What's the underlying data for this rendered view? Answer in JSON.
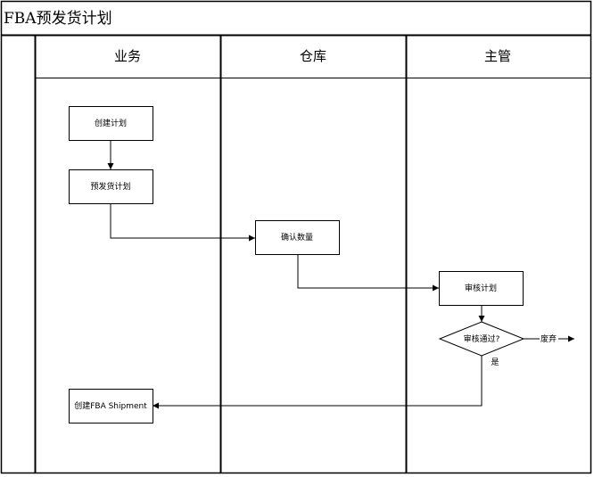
{
  "title": "FBA预发货计划",
  "lanes": [
    {
      "id": "biz",
      "label": "业务"
    },
    {
      "id": "wh",
      "label": "仓库"
    },
    {
      "id": "mgr",
      "label": "主管"
    }
  ],
  "nodes": [
    {
      "id": "create_plan",
      "label": "创建计划",
      "shape": "process",
      "lane": "biz"
    },
    {
      "id": "pre_ship_plan",
      "label": "预发货计划",
      "shape": "process",
      "lane": "biz"
    },
    {
      "id": "confirm_qty",
      "label": "确认数量",
      "shape": "process",
      "lane": "wh"
    },
    {
      "id": "review_plan",
      "label": "审核计划",
      "shape": "process",
      "lane": "mgr"
    },
    {
      "id": "review_pass",
      "label": "审核通过?",
      "shape": "decision",
      "lane": "mgr"
    },
    {
      "id": "create_shipment",
      "label": "创建FBA Shipment",
      "shape": "process",
      "lane": "biz"
    }
  ],
  "edges": [
    {
      "from": "create_plan",
      "to": "pre_ship_plan",
      "label": ""
    },
    {
      "from": "pre_ship_plan",
      "to": "confirm_qty",
      "label": ""
    },
    {
      "from": "confirm_qty",
      "to": "review_plan",
      "label": ""
    },
    {
      "from": "review_plan",
      "to": "review_pass",
      "label": ""
    },
    {
      "from": "review_pass",
      "to": "discard",
      "label": "废弃"
    },
    {
      "from": "review_pass",
      "to": "create_shipment",
      "label": "是"
    }
  ],
  "colors": {
    "stroke": "#000000",
    "fill": "#ffffff",
    "background": "#ffffff"
  }
}
